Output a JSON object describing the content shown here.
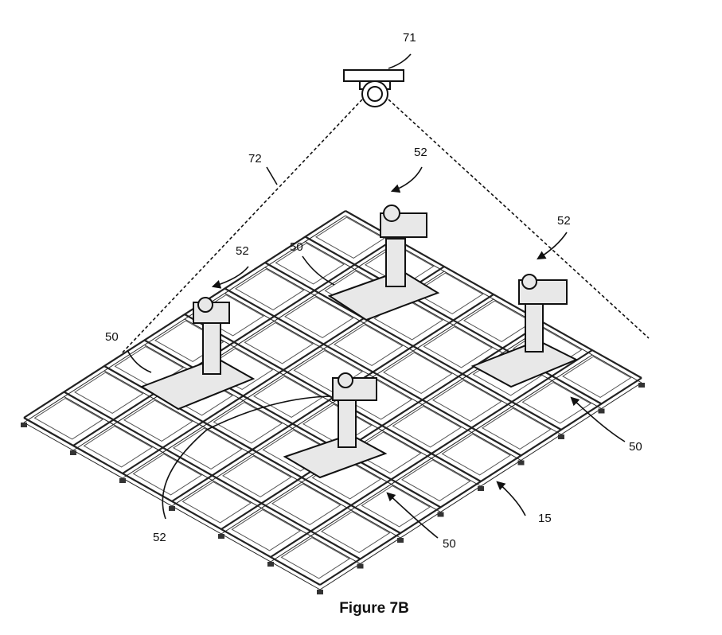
{
  "figure": {
    "caption": "Figure 7B",
    "reference_numerals": {
      "camera": "71",
      "field_of_view": "72",
      "robot_1": "52",
      "robot_2": "52",
      "robot_3": "52",
      "robot_4": "52",
      "cell_1": "50",
      "cell_2": "50",
      "cell_3": "50",
      "cell_4": "50",
      "grid": "15"
    }
  }
}
